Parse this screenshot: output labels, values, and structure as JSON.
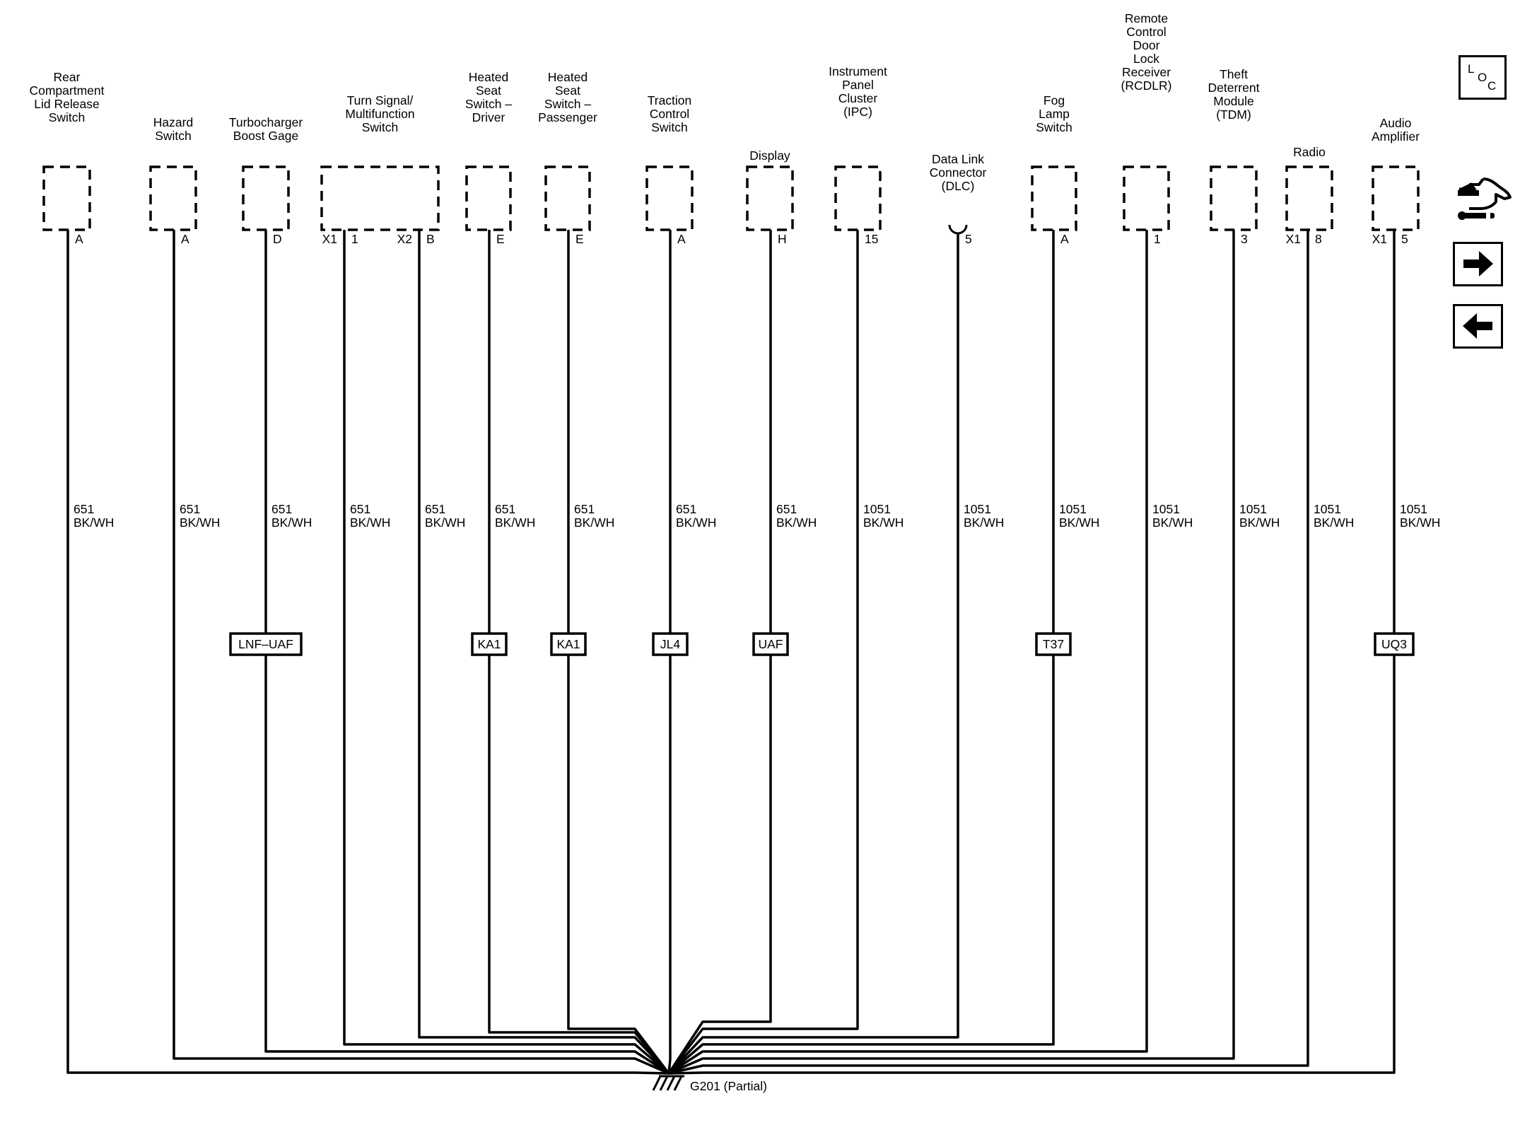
{
  "components": [
    {
      "id": "rear-compartment-lid-release-switch",
      "name_lines": [
        "Rear",
        "Compartment",
        "Lid Release",
        "Switch"
      ],
      "pins": [
        {
          "label": "A"
        }
      ],
      "circuits": [
        {
          "number": "651",
          "color": "BK/WH"
        }
      ],
      "option_code": ""
    },
    {
      "id": "hazard-switch",
      "name_lines": [
        "Hazard",
        "Switch"
      ],
      "pins": [
        {
          "label": "A"
        }
      ],
      "circuits": [
        {
          "number": "651",
          "color": "BK/WH"
        }
      ],
      "option_code": ""
    },
    {
      "id": "turbocharger-boost-gage",
      "name_lines": [
        "Turbocharger",
        "Boost Gage"
      ],
      "pins": [
        {
          "label": "D"
        }
      ],
      "circuits": [
        {
          "number": "651",
          "color": "BK/WH"
        }
      ],
      "option_code": "LNF–UAF"
    },
    {
      "id": "turn-signal-multifunction-switch",
      "name_lines": [
        "Turn Signal/",
        "Multifunction",
        "Switch"
      ],
      "pins": [
        {
          "connector": "X1",
          "label": "1"
        },
        {
          "connector": "X2",
          "label": "B"
        }
      ],
      "circuits": [
        {
          "number": "651",
          "color": "BK/WH"
        },
        {
          "number": "651",
          "color": "BK/WH"
        }
      ],
      "option_code": ""
    },
    {
      "id": "heated-seat-switch-driver",
      "name_lines": [
        "Heated",
        "Seat",
        "Switch –",
        "Driver"
      ],
      "pins": [
        {
          "label": "E"
        }
      ],
      "circuits": [
        {
          "number": "651",
          "color": "BK/WH"
        }
      ],
      "option_code": "KA1"
    },
    {
      "id": "heated-seat-switch-passenger",
      "name_lines": [
        "Heated",
        "Seat",
        "Switch –",
        "Passenger"
      ],
      "pins": [
        {
          "label": "E"
        }
      ],
      "circuits": [
        {
          "number": "651",
          "color": "BK/WH"
        }
      ],
      "option_code": "KA1"
    },
    {
      "id": "traction-control-switch",
      "name_lines": [
        "Traction",
        "Control",
        "Switch"
      ],
      "pins": [
        {
          "label": "A"
        }
      ],
      "circuits": [
        {
          "number": "651",
          "color": "BK/WH"
        }
      ],
      "option_code": "JL4"
    },
    {
      "id": "display",
      "name_lines": [
        "Display"
      ],
      "pins": [
        {
          "label": "H"
        }
      ],
      "circuits": [
        {
          "number": "651",
          "color": "BK/WH"
        }
      ],
      "option_code": "UAF"
    },
    {
      "id": "instrument-panel-cluster",
      "name_lines": [
        "Instrument",
        "Panel",
        "Cluster",
        "(IPC)"
      ],
      "pins": [
        {
          "label": "15"
        }
      ],
      "circuits": [
        {
          "number": "1051",
          "color": "BK/WH"
        }
      ],
      "option_code": ""
    },
    {
      "id": "data-link-connector",
      "name_lines": [
        "Data Link",
        "Connector",
        "(DLC)"
      ],
      "pins": [
        {
          "label": "5"
        }
      ],
      "circuits": [
        {
          "number": "1051",
          "color": "BK/WH"
        }
      ],
      "option_code": ""
    },
    {
      "id": "fog-lamp-switch",
      "name_lines": [
        "Fog",
        "Lamp",
        "Switch"
      ],
      "pins": [
        {
          "label": "A"
        }
      ],
      "circuits": [
        {
          "number": "1051",
          "color": "BK/WH"
        }
      ],
      "option_code": "T37"
    },
    {
      "id": "remote-control-door-lock-receiver",
      "name_lines": [
        "Remote",
        "Control",
        "Door",
        "Lock",
        "Receiver",
        "(RCDLR)"
      ],
      "pins": [
        {
          "label": "1"
        }
      ],
      "circuits": [
        {
          "number": "1051",
          "color": "BK/WH"
        }
      ],
      "option_code": ""
    },
    {
      "id": "theft-deterrent-module",
      "name_lines": [
        "Theft",
        "Deterrent",
        "Module",
        "(TDM)"
      ],
      "pins": [
        {
          "label": "3"
        }
      ],
      "circuits": [
        {
          "number": "1051",
          "color": "BK/WH"
        }
      ],
      "option_code": ""
    },
    {
      "id": "radio",
      "name_lines": [
        "Radio"
      ],
      "pins": [
        {
          "connector": "X1",
          "label": "8"
        }
      ],
      "circuits": [
        {
          "number": "1051",
          "color": "BK/WH"
        }
      ],
      "option_code": ""
    },
    {
      "id": "audio-amplifier",
      "name_lines": [
        "Audio",
        "Amplifier"
      ],
      "pins": [
        {
          "connector": "X1",
          "label": "5"
        }
      ],
      "circuits": [
        {
          "number": "1051",
          "color": "BK/WH"
        }
      ],
      "option_code": "UQ3"
    }
  ],
  "ground": {
    "label": "G201 (Partial)"
  },
  "nav": {
    "loc": {
      "letters": [
        "L",
        "O",
        "C"
      ],
      "icon": "loc-icon"
    },
    "service": {
      "icon": "wrench-hand-icon"
    },
    "forward": {
      "icon": "arrow-right-icon"
    },
    "back": {
      "icon": "arrow-left-icon"
    }
  },
  "colors": {
    "line": "#000000",
    "background": "#ffffff"
  }
}
